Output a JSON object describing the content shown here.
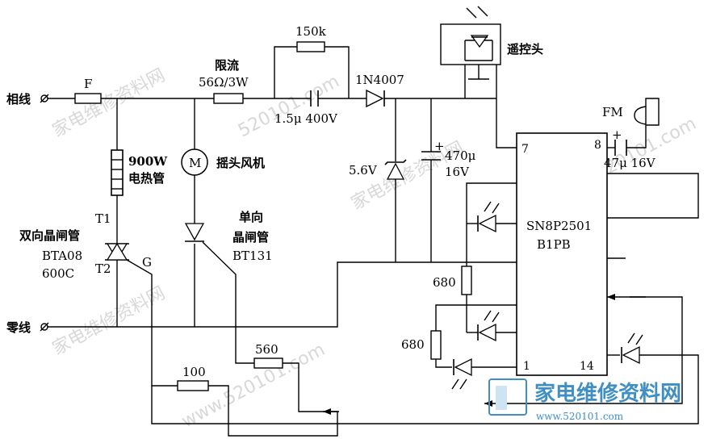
{
  "labels": {
    "live_line": "相线",
    "neutral_line": "零线",
    "fuse": "F",
    "r_150k": "150k",
    "current_limit": "限流",
    "r_56": "56Ω/3W",
    "cap_1_5u": "1.5μ  400V",
    "diode_1n4007": "1N4007",
    "remote_head": "遥控头",
    "fm": "FM",
    "heater_power": "900W",
    "heater_name": "电热管",
    "motor_symbol": "M",
    "fan_motor": "摇头风机",
    "zener": "5.6V",
    "cap_470u_value": "470μ",
    "cap_470u_voltage": "16V",
    "cap_47u": "47μ  16V",
    "t1": "T1",
    "triac_name": "双向晶闸管",
    "triac_model": "BTA08",
    "triac_voltage": "600C",
    "t2": "T2",
    "gate": "G",
    "scr_line1": "单向",
    "scr_line2": "晶闸管",
    "scr_model": "BT131",
    "ic_model": "SN8P2501",
    "ic_suffix": "B1PB",
    "pin_7": "7",
    "pin_8": "8",
    "pin_1": "1",
    "pin_14": "14",
    "r_680_a": "680",
    "r_680_b": "680",
    "r_560": "560",
    "r_100": "100",
    "plus_470": "+",
    "plus_47": "+"
  },
  "watermark": {
    "text_1": "家电维修资料网",
    "text_2": "520101.com",
    "text_3": "家电维修资料网",
    "text_4": "www.520101.com",
    "text_5": "家电维修资料网",
    "text_6": "www.520101.com",
    "logo_text": "家电维修资料网",
    "logo_url": "www.520101.com"
  },
  "colors": {
    "line": "#000000",
    "watermark": "#d8d8d8",
    "logo": "#3f8fc4"
  }
}
